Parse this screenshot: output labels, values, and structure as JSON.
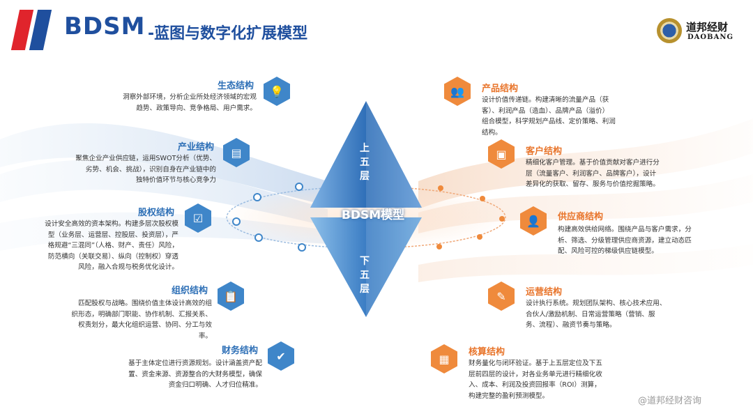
{
  "header": {
    "title": "BDSM",
    "subtitle": "-蓝图与数字化扩展模型",
    "logo_cn": "道邦经财",
    "logo_en": "DAOBANG"
  },
  "center": {
    "upper": [
      "上",
      "五",
      "层"
    ],
    "model": "BDSM模型",
    "lower": [
      "下",
      "五",
      "层"
    ]
  },
  "left_items": [
    {
      "title": "生态结构",
      "icon": "lightbulb-icon",
      "desc": [
        "洞察外部环境，分析企业所处经济领域的宏观",
        "趋势、政策导向、竞争格局、用户需求。"
      ]
    },
    {
      "title": "产业结构",
      "icon": "document-icon",
      "desc": [
        "聚焦企业产业供应链，运用SWOT分析（优势、",
        "劣势、机会、挑战），识别自身在产业链中的",
        "独特价值环节与核心竞争力"
      ]
    },
    {
      "title": "股权结构",
      "icon": "checklist-icon",
      "desc": [
        "设计安全高效的资本架构。构建多层次股权模",
        "型（业务层、运营层、控股层、投资层），严",
        "格规避“三混同”（人格、财产、责任）风险，",
        "防范横向（关联交易）、纵向（控制权）穿透",
        "风险，融入合规与税务优化设计。"
      ]
    },
    {
      "title": "组织结构",
      "icon": "clipboard-icon",
      "desc": [
        "匹配股权与战略。围绕价值主体设计高效的组",
        "织形态，明确部门职能、协作机制、汇报关系、",
        "权责划分，最大化组织运营、协同、分工与效",
        "率。"
      ]
    },
    {
      "title": "财务结构",
      "icon": "check-shield-icon",
      "desc": [
        "基于主体定位进行资源规划。设计涵盖资产配",
        "置、资金来源、资源整合的大财务模型，确保",
        "资金归口明确、人才归位精准。"
      ]
    }
  ],
  "right_items": [
    {
      "title": "产品结构",
      "icon": "users-icon",
      "desc": [
        "设计价值传递链。构建清晰的流量产品（获",
        "客）、利润产品（造血）、品牌产品（溢价）",
        "组合模型，科学规划产品线、定价策略、利润",
        "结构。"
      ]
    },
    {
      "title": "客户结构",
      "icon": "id-card-icon",
      "desc": [
        "精细化客户管理。基于价值贡献对客户进行分",
        "层（流量客户、利润客户、品牌客户），设计",
        "差异化的获取、留存、服务与价值挖掘策略。"
      ]
    },
    {
      "title": "供应商结构",
      "icon": "people-icon",
      "desc": [
        "构建高效供给网络。围绕产品与客户需求，分",
        "析、筛选、分级管理供应商资源，建立动态匹",
        "配、风险可控的梯级供应链模型。"
      ]
    },
    {
      "title": "运营结构",
      "icon": "edit-doc-icon",
      "desc": [
        "设计执行系统。规划团队架构、核心技术应用、",
        "合伙人/激励机制、日常运营策略（营销、服",
        "务、流程）、融资节奏与策略。"
      ]
    },
    {
      "title": "核算结构",
      "icon": "calc-doc-icon",
      "desc": [
        "财务量化与闭环验证。基于上五层定位及下五",
        "层前四层的设计，对各业务单元进行精细化收",
        "入、成本、利润及投资回报率（ROI）测算，",
        "构建完整的盈利预测模型。"
      ]
    }
  ],
  "watermark": "@道邦经财咨询",
  "colors": {
    "blue": "#2d6fb6",
    "orange": "#e8742a",
    "red": "#e0242c"
  }
}
